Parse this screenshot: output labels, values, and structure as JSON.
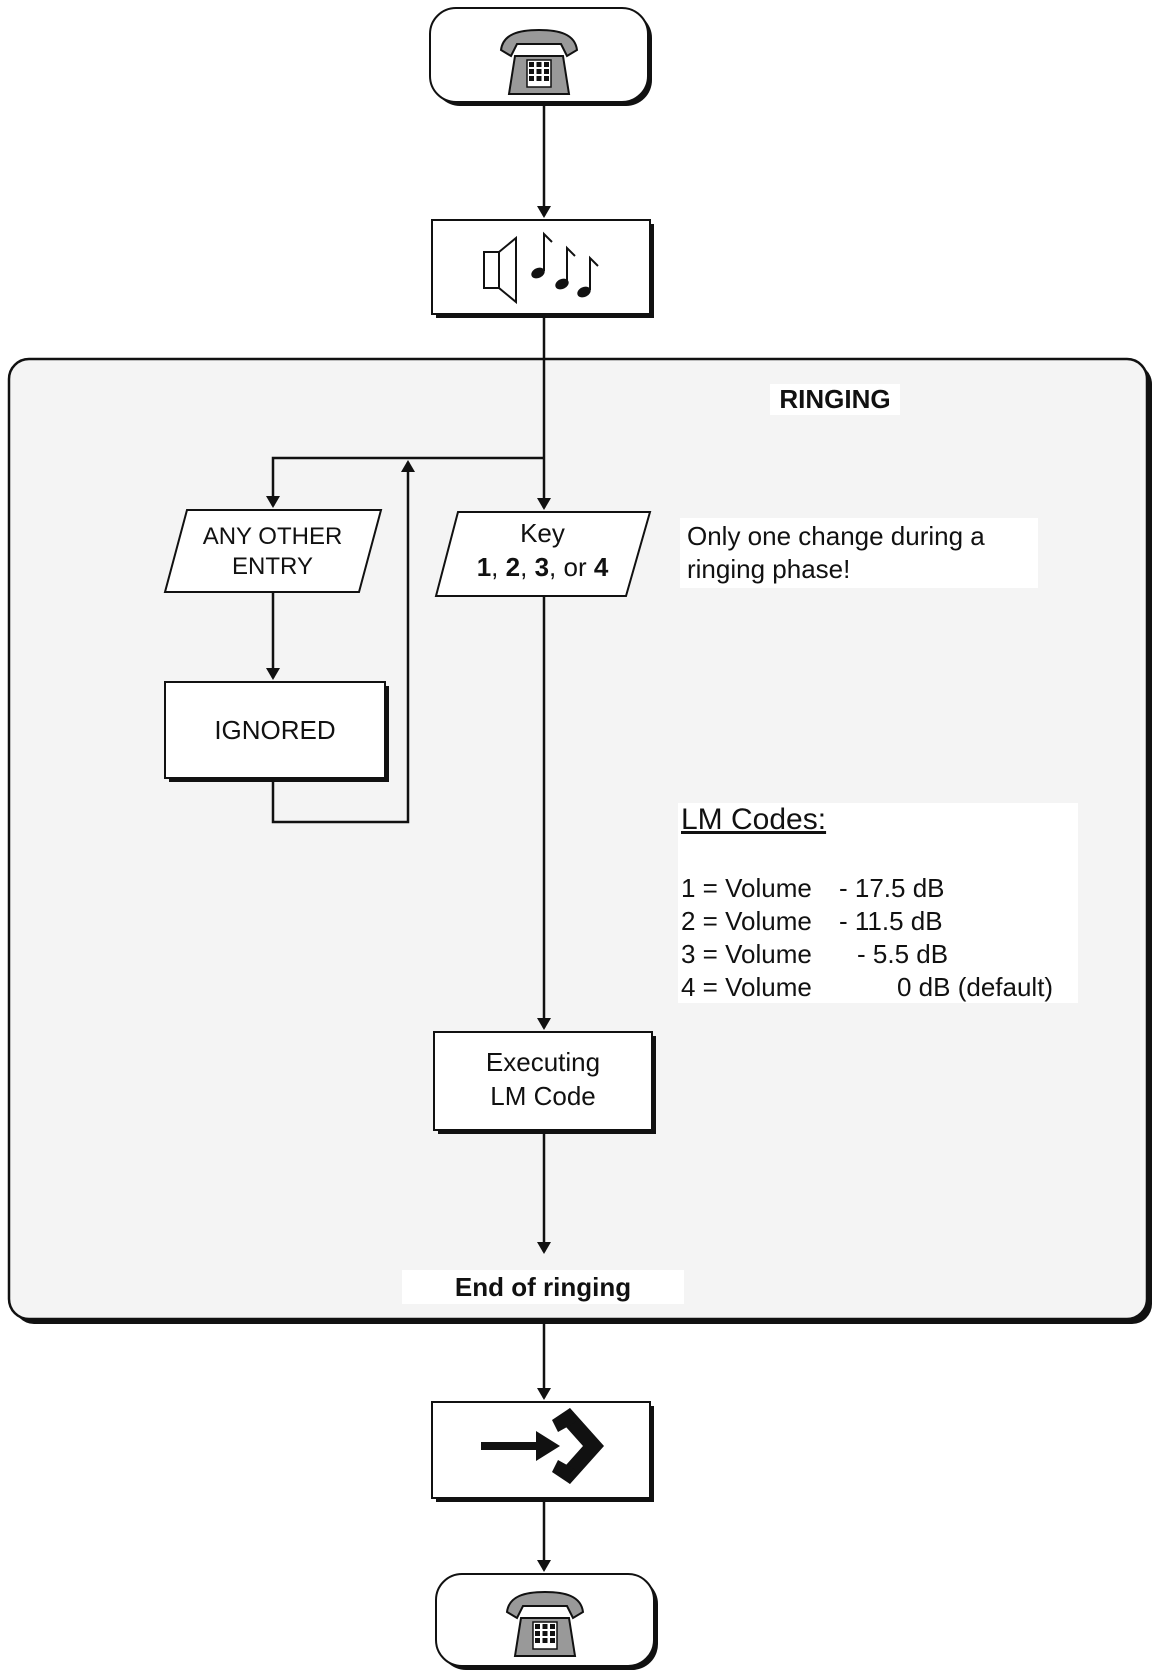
{
  "frame_title": "RINGING",
  "nodes": {
    "any_other_entry": [
      "ANY OTHER",
      "ENTRY"
    ],
    "key_prefix": "Key",
    "key_digits": [
      "1",
      "2",
      "3",
      "4"
    ],
    "key_sep_1": ",",
    "key_sep_2": ",",
    "key_sep_3": ", or",
    "ignored": "IGNORED",
    "executing": [
      "Executing",
      "LM Code"
    ],
    "end_of_ringing": "End of ringing"
  },
  "note": [
    "Only one change during a",
    "ringing phase!"
  ],
  "lm_codes": {
    "title": "LM Codes:",
    "rows": [
      {
        "key": "1 = Volume",
        "value": "- 17.5 dB"
      },
      {
        "key": "2 = Volume",
        "value": "- 11.5 dB"
      },
      {
        "key": "3 = Volume",
        "value": "- 5.5 dB"
      },
      {
        "key": "4 = Volume",
        "value": "0 dB (default)"
      }
    ]
  },
  "icons": [
    "telephone-icon",
    "speaker-ringtone-icon",
    "exit-arrow-icon",
    "telephone-icon"
  ],
  "colors": {
    "line": "#111111",
    "frame_fill": "#f4f4f4",
    "icon_fill": "#999999"
  }
}
